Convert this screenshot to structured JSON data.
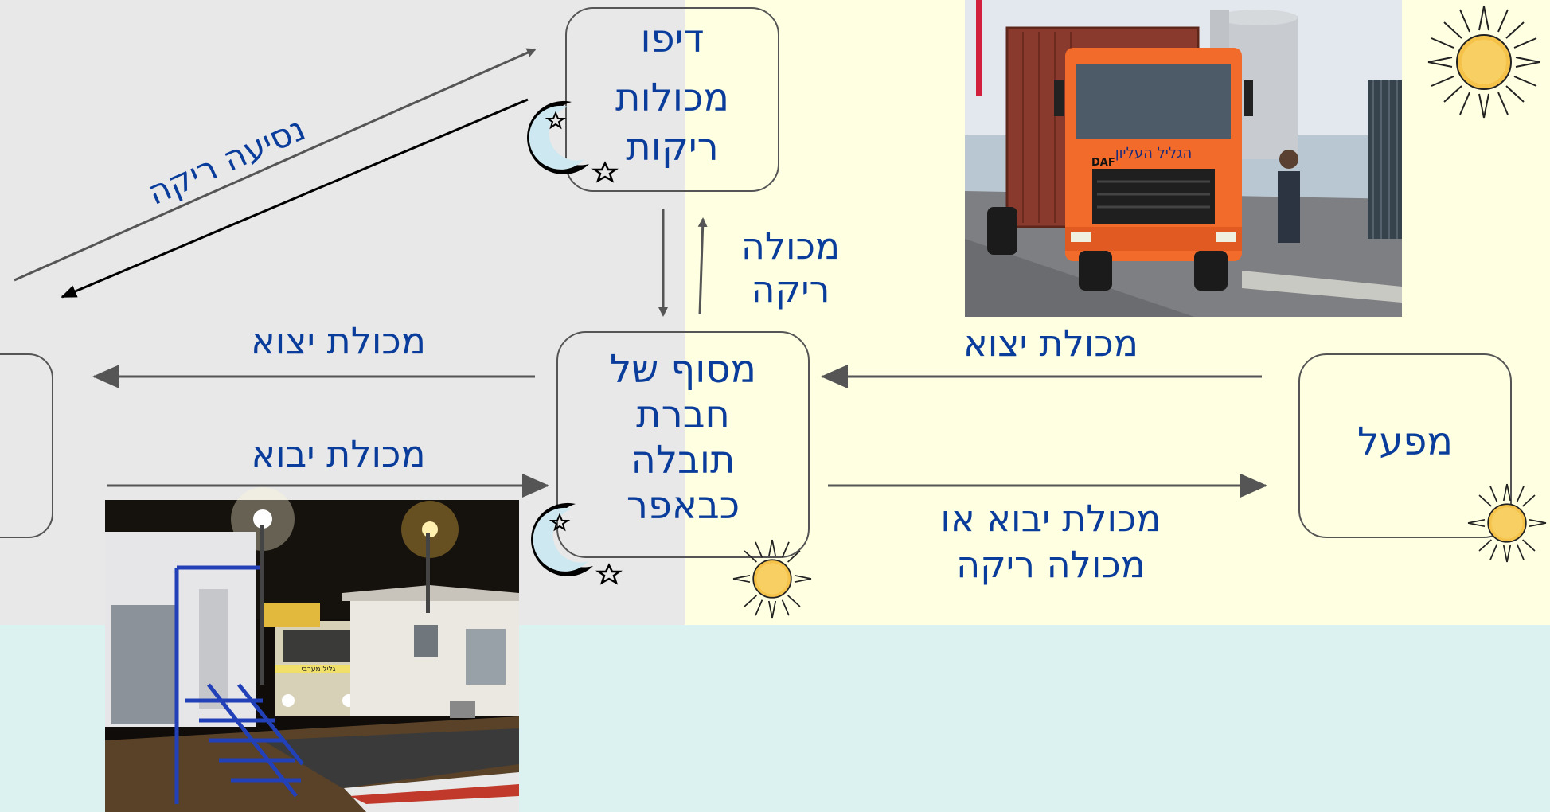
{
  "colors": {
    "night_bg": "#e8e8e8",
    "day_bg": "#ffffe2",
    "bottom_bg": "#dcf2f0",
    "text": "#0a3d9b",
    "box_border": "#555555",
    "arrow": "#555555"
  },
  "nodes": {
    "depot": {
      "line1": "דיפו",
      "line2": "מכולות",
      "line3": "ריקות"
    },
    "terminal": {
      "line1": "מסוף של",
      "line2": "חברת",
      "line3": "תובלה",
      "line4": "כבאפר"
    },
    "factory": {
      "label": "מפעל"
    },
    "port": {
      "label": ""
    }
  },
  "edges": {
    "empty_trip": "נסיעה ריקה",
    "empty_container": {
      "line1": "מכולה",
      "line2": "ריקה"
    },
    "export_left": "מכולת יצוא",
    "import_left": "מכולת יבוא",
    "export_right": "מכולת יצוא",
    "import_or_empty": {
      "line1": "מכולת יבוא או",
      "line2": "מכולה ריקה"
    }
  },
  "photos": {
    "day_truck": {
      "name": "orange-container-truck-photo",
      "truck_text": "הגליל העליון",
      "brand": "DAF"
    },
    "night_terminal": {
      "name": "night-terminal-photo",
      "truck_text": "גליל מערבי"
    }
  },
  "icons": [
    "moon-stars-icon",
    "sun-icon"
  ]
}
